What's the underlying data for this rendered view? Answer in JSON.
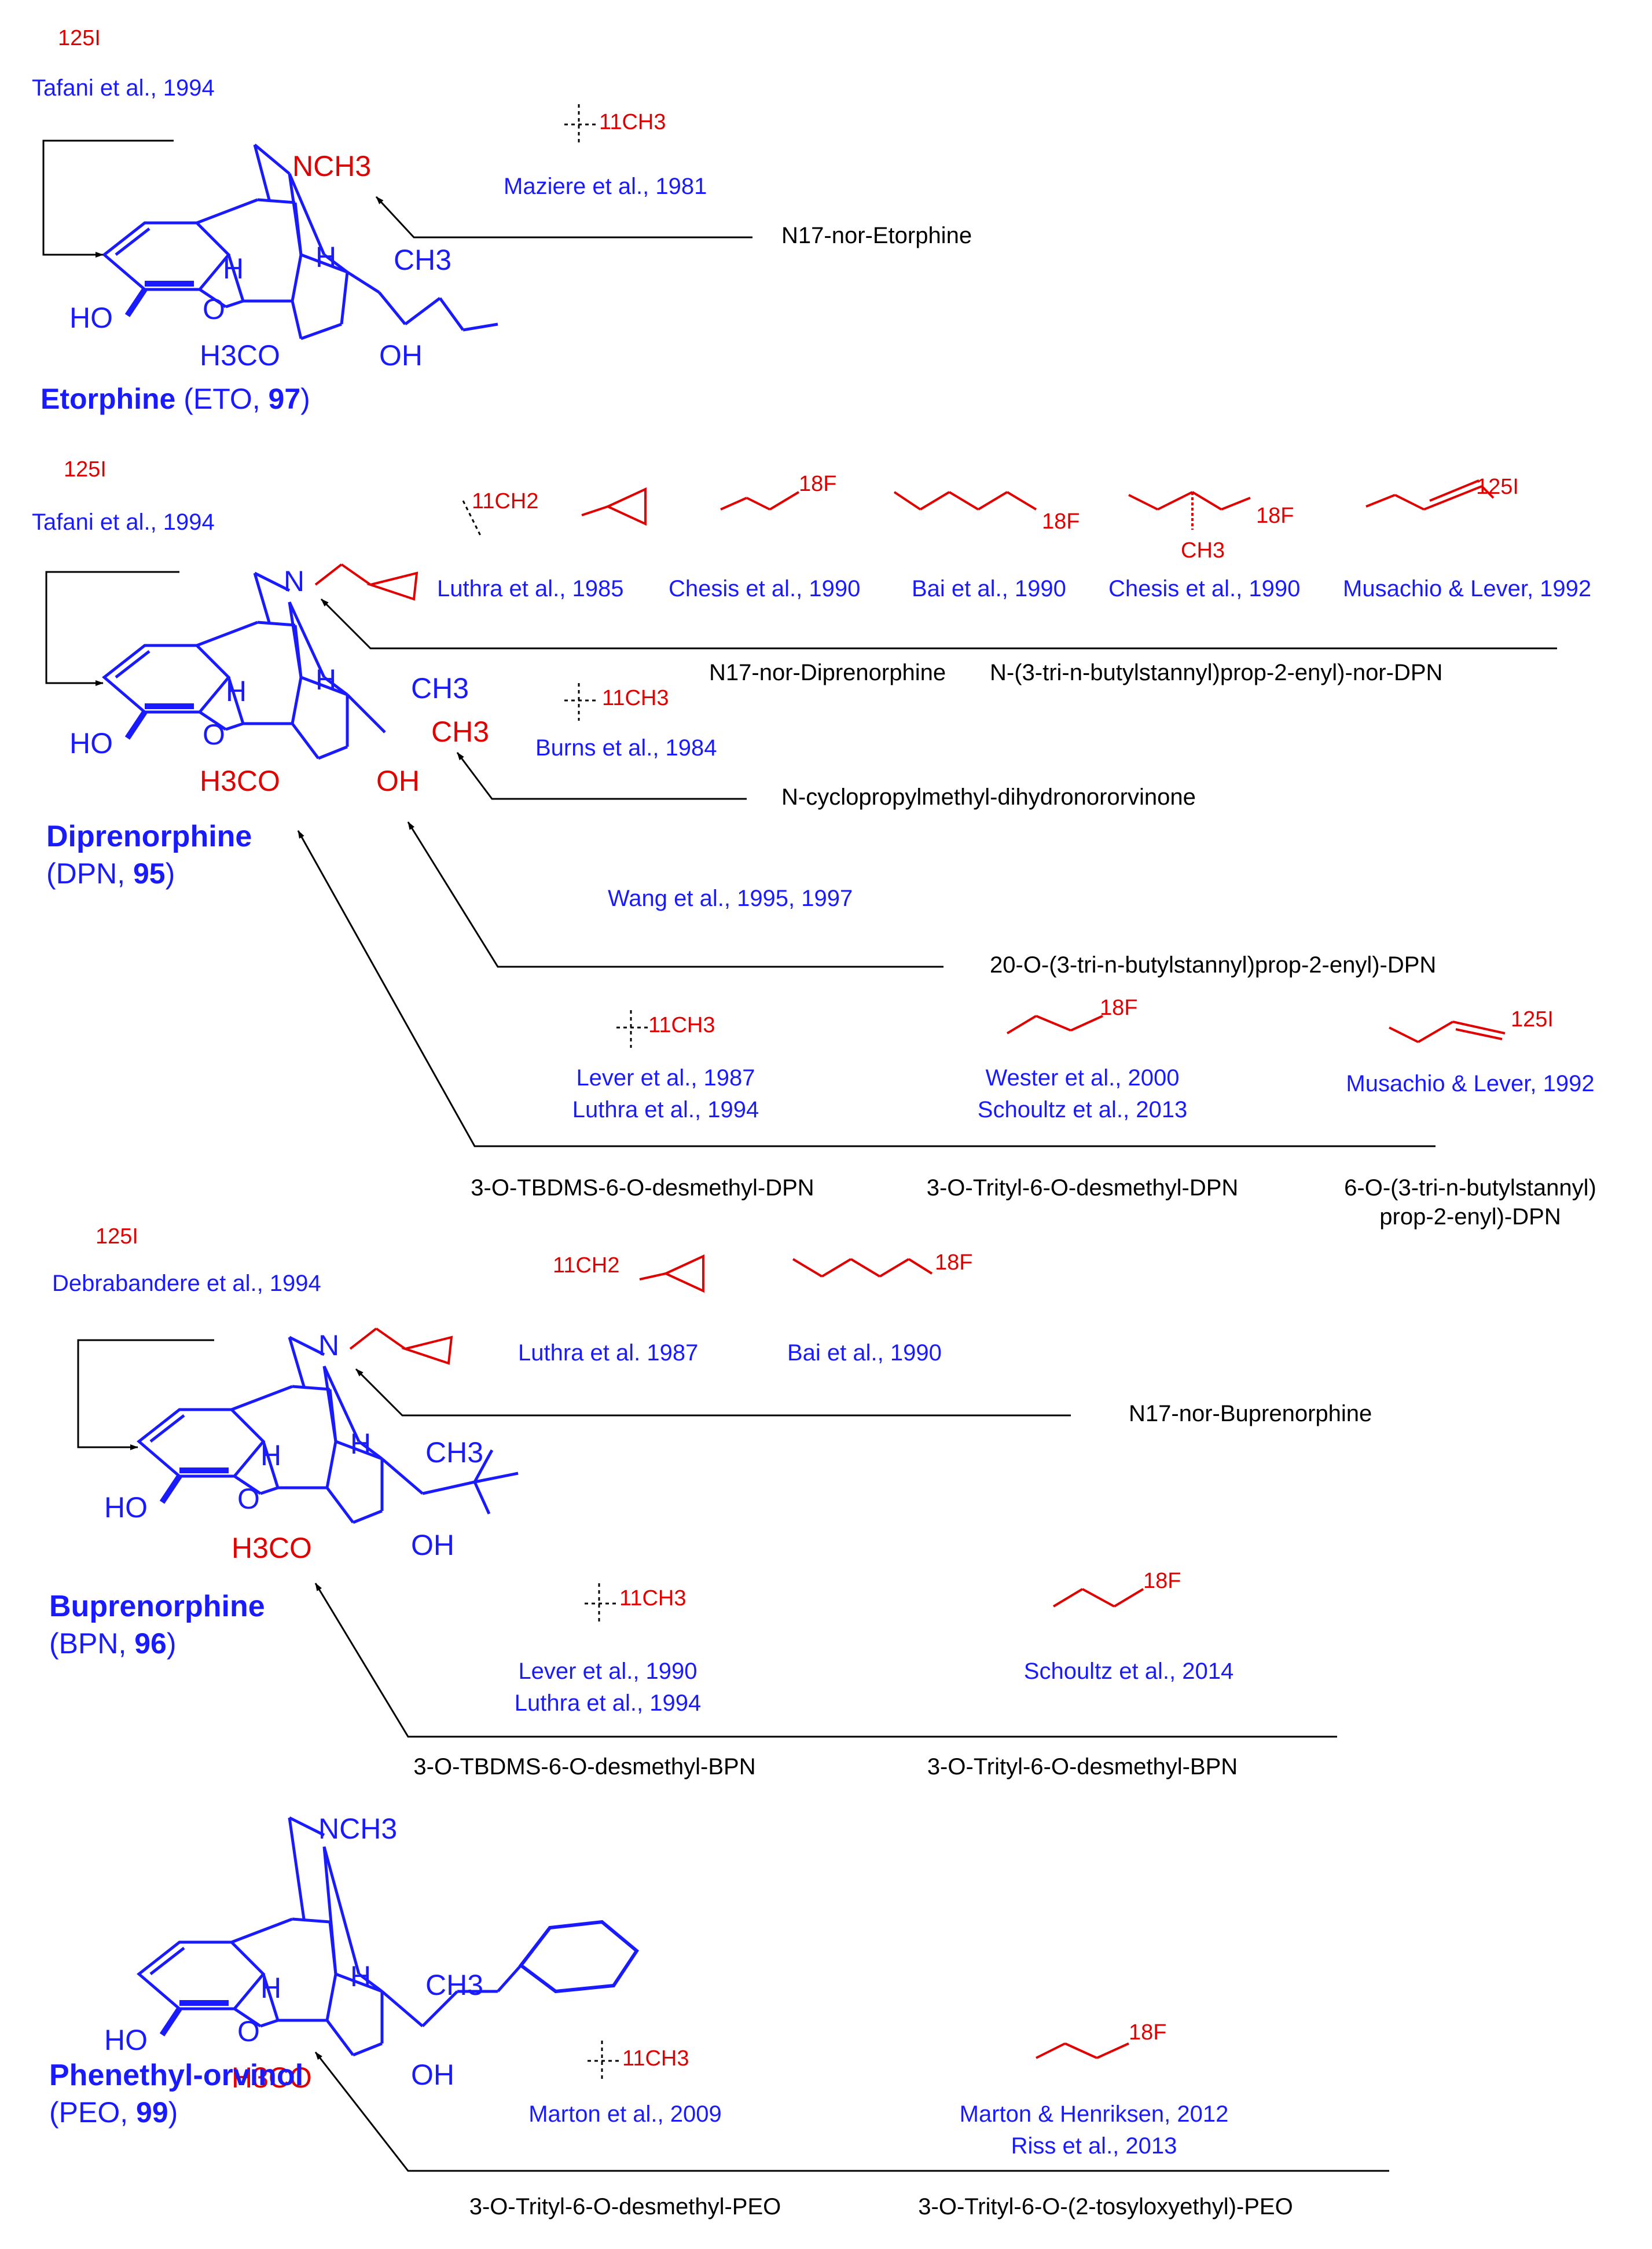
{
  "colors": {
    "compound": "#1a1aff",
    "label": "#e00000",
    "text": "#000000"
  },
  "etorphine": {
    "name": "Etorphine",
    "abbrev_pre": " (ETO, ",
    "number": "97",
    "abbrev_post": ")",
    "iodine_label": "125I",
    "iodine_cite": "Tafani et al., 1994",
    "methyl_label": "11CH3",
    "methyl_cite": "Maziere et al., 1981",
    "precursor": "N17-nor-Etorphine",
    "atoms": {
      "n": "NCH3",
      "ch3": "CH3",
      "h1": "H",
      "h2": "H",
      "o": "O",
      "ho": "HO",
      "h3co": "H3CO",
      "oh": "OH"
    }
  },
  "diprenorphine": {
    "name": "Diprenorphine",
    "abbrev_pre": "(DPN, ",
    "number": "95",
    "abbrev_post": ")",
    "iodine_label": "125I",
    "iodine_cite": "Tafani et al., 1994",
    "n_labels": [
      {
        "label": "11CH2",
        "cite": "Luthra et al., 1985"
      },
      {
        "label": "18F",
        "cite": "Chesis et al., 1990"
      },
      {
        "label": "18F",
        "cite": "Bai et al., 1990"
      },
      {
        "label": "18F",
        "sub": "CH3",
        "cite": "Chesis et al., 1990"
      },
      {
        "label": "125I",
        "cite": "Musachio & Lever, 1992"
      }
    ],
    "n_precursors": [
      "N17-nor-Diprenorphine",
      "N-(3-tri-n-butylstannyl)prop-2-enyl)-nor-DPN"
    ],
    "c20_label": "11CH3",
    "c20_cite": "Burns et al., 1984",
    "c20_precursor": "N-cyclopropylmethyl-dihydronororvinone",
    "oh_cite": "Wang et al., 1995, 1997",
    "oh_precursor": "20-O-(3-tri-n-butylstannyl)prop-2-enyl)-DPN",
    "o6_labels": [
      {
        "label": "11CH3",
        "cite": [
          "Lever et al., 1987",
          "Luthra et al., 1994"
        ],
        "precursor": [
          "3-O-TBDMS-6-O-desmethyl-DPN"
        ]
      },
      {
        "label": "18F",
        "cite": [
          "Wester et al., 2000",
          "Schoultz et al., 2013"
        ],
        "precursor": [
          "3-O-Trityl-6-O-desmethyl-DPN"
        ]
      },
      {
        "label": "125I",
        "cite": [
          "Musachio & Lever, 1992"
        ],
        "precursor": [
          "6-O-(3-tri-n-butylstannyl)",
          "prop-2-enyl)-DPN"
        ]
      }
    ],
    "atoms": {
      "n": "N",
      "ch3a": "CH3",
      "ch3b": "CH3",
      "h1": "H",
      "h2": "H",
      "o": "O",
      "ho": "HO",
      "h3co": "H3CO",
      "oh": "OH"
    }
  },
  "buprenorphine": {
    "name": "Buprenorphine",
    "abbrev_pre": "(BPN, ",
    "number": "96",
    "abbrev_post": ")",
    "iodine_label": "125I",
    "iodine_cite": "Debrabandere et al., 1994",
    "n_labels": [
      {
        "label": "11CH2",
        "cite": "Luthra et al. 1987"
      },
      {
        "label": "18F",
        "cite": "Bai et al., 1990"
      }
    ],
    "n_precursor": "N17-nor-Buprenorphine",
    "o6_labels": [
      {
        "label": "11CH3",
        "cite": [
          "Lever et al., 1990",
          "Luthra et al., 1994"
        ],
        "precursor": "3-O-TBDMS-6-O-desmethyl-BPN"
      },
      {
        "label": "18F",
        "cite": [
          "Schoultz et al., 2014"
        ],
        "precursor": "3-O-Trityl-6-O-desmethyl-BPN"
      }
    ],
    "atoms": {
      "n": "N",
      "ch3": "CH3",
      "h1": "H",
      "h2": "H",
      "o": "O",
      "ho": "HO",
      "h3co": "H3CO",
      "oh": "OH"
    }
  },
  "phenethyl_orvinol": {
    "name": "Phenethyl-orvinol",
    "abbrev_pre": "(PEO, ",
    "number": "99",
    "abbrev_post": ")",
    "o6_labels": [
      {
        "label": "11CH3",
        "cite": [
          "Marton et al., 2009"
        ],
        "precursor": "3-O-Trityl-6-O-desmethyl-PEO"
      },
      {
        "label": "18F",
        "cite": [
          "Marton & Henriksen, 2012",
          "Riss et al., 2013"
        ],
        "precursor": "3-O-Trityl-6-O-(2-tosyloxyethyl)-PEO"
      }
    ],
    "atoms": {
      "n": "NCH3",
      "ch3": "CH3",
      "h1": "H",
      "h2": "H",
      "o": "O",
      "ho": "HO",
      "h3co": "H3CO",
      "oh": "OH"
    }
  }
}
